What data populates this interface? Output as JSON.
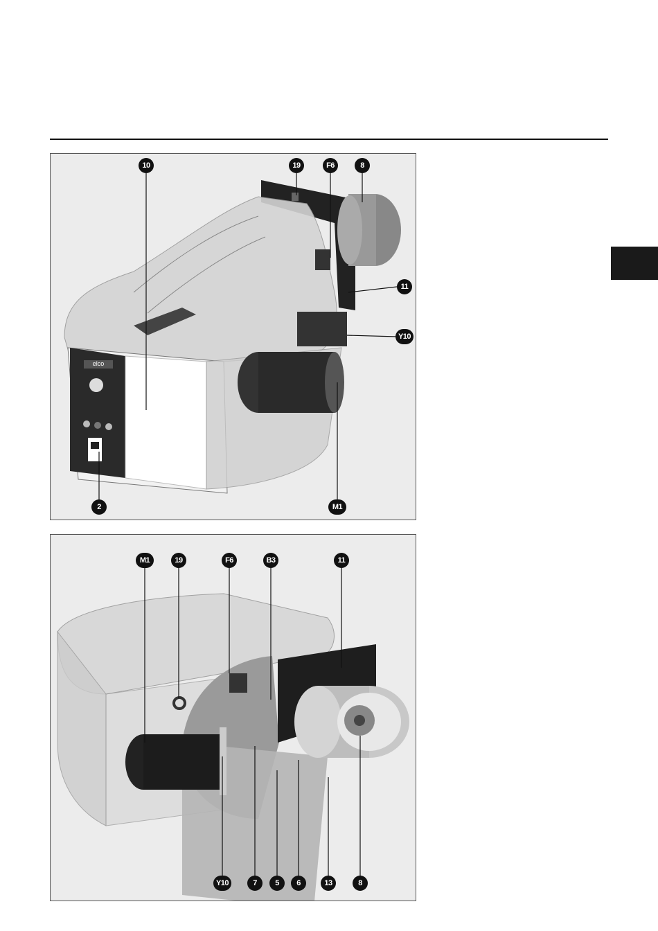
{
  "figure_top": {
    "callouts": [
      "10",
      "19",
      "F6",
      "8",
      "11",
      "Y10",
      "2",
      "M1"
    ],
    "panel_label": "elco"
  },
  "figure_bottom": {
    "callouts": [
      "M1",
      "19",
      "F6",
      "B3",
      "11",
      "Y10",
      "7",
      "5",
      "6",
      "13",
      "8"
    ]
  }
}
